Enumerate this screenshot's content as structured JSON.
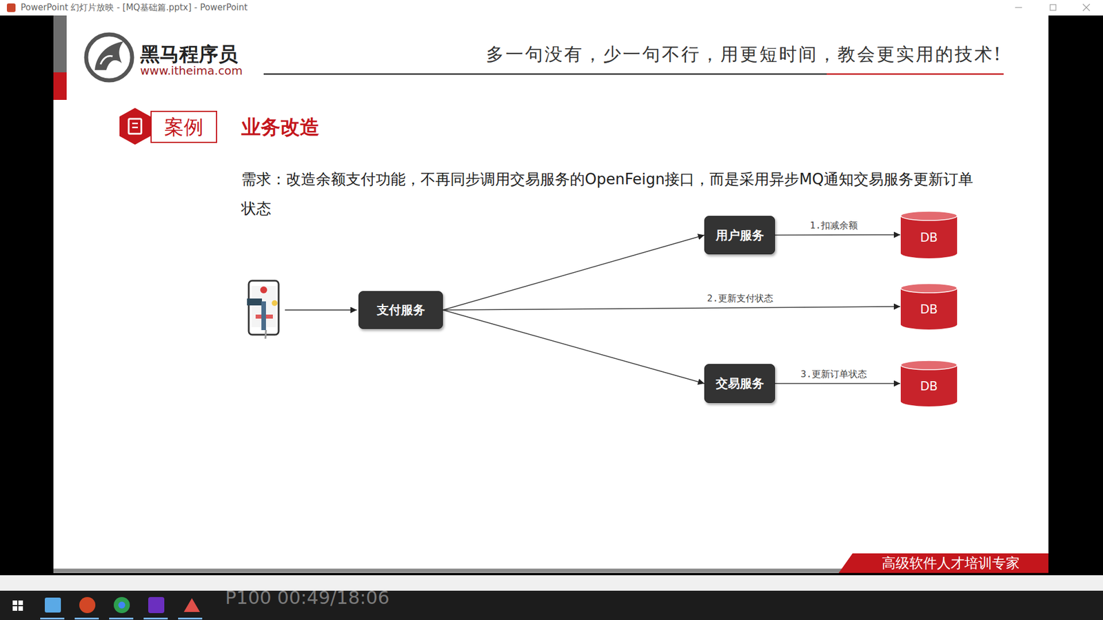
{
  "diagram": {
    "title": "业务改造",
    "nodes": [
      {
        "text": [
          "支付服务"
        ]
      },
      {
        "text": [
          "用户服务"
        ]
      },
      {
        "text": [
          "DB"
        ]
      },
      {
        "text": [
          "DB"
        ]
      },
      {
        "text": [
          "交易服务"
        ]
      },
      {
        "text": [
          "DB"
        ]
      }
    ],
    "edges": [
      {
        "from": 0,
        "to": 1,
        "arrow": "to"
      },
      {
        "from": 1,
        "to": 2,
        "label": "1.扣减余额",
        "arrow": "to"
      },
      {
        "from": 0,
        "to": 3,
        "label": "2.更新支付状态",
        "arrow": "to"
      },
      {
        "from": 0,
        "to": 4,
        "arrow": "to"
      },
      {
        "from": 4,
        "to": 5,
        "label": "3.更新订单状态",
        "arrow": "to"
      }
    ],
    "labels": [
      "PowerPoint 幻灯片放映 - [MQ基础篇.pptx] - PowerPoint",
      "黑马程序员",
      "www.itheima.com",
      "多一句没有，少一句不行，用更短时间，教会更实用的技术!",
      "案例",
      "需求：改造余额支付功能，不再同步调用交易服务的OpenFeign接口，而是采用异步MQ通知交易服务更新订单状态",
      "高级软件人才培训专家",
      "P100 00:49/18:06"
    ]
  }
}
